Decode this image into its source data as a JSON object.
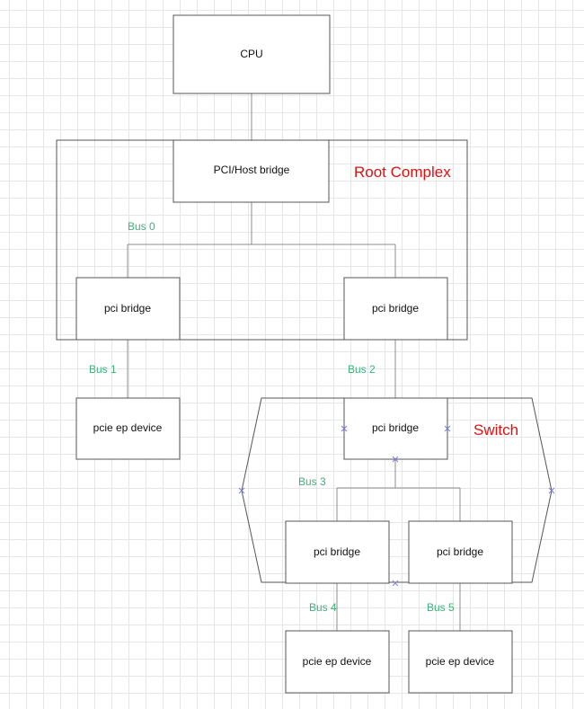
{
  "nodes": {
    "cpu": "CPU",
    "host_bridge": "PCI/Host bridge",
    "rc_bridge_left": "pci bridge",
    "rc_bridge_right": "pci bridge",
    "ep_device_1": "pcie ep device",
    "switch_upstream_bridge": "pci bridge",
    "switch_bridge_left": "pci bridge",
    "switch_bridge_right": "pci bridge",
    "ep_device_4": "pcie ep device",
    "ep_device_5": "pcie ep device"
  },
  "buses": {
    "bus0": "Bus 0",
    "bus1": "Bus 1",
    "bus2": "Bus 2",
    "bus3": "Bus 3",
    "bus4": "Bus 4",
    "bus5": "Bus 5"
  },
  "regions": {
    "root_complex": "Root Complex",
    "switch": "Switch"
  },
  "colors": {
    "bus_label": "#3db27a",
    "region_title": "#e20f0f",
    "connection_marker": "#7d7dd6"
  }
}
